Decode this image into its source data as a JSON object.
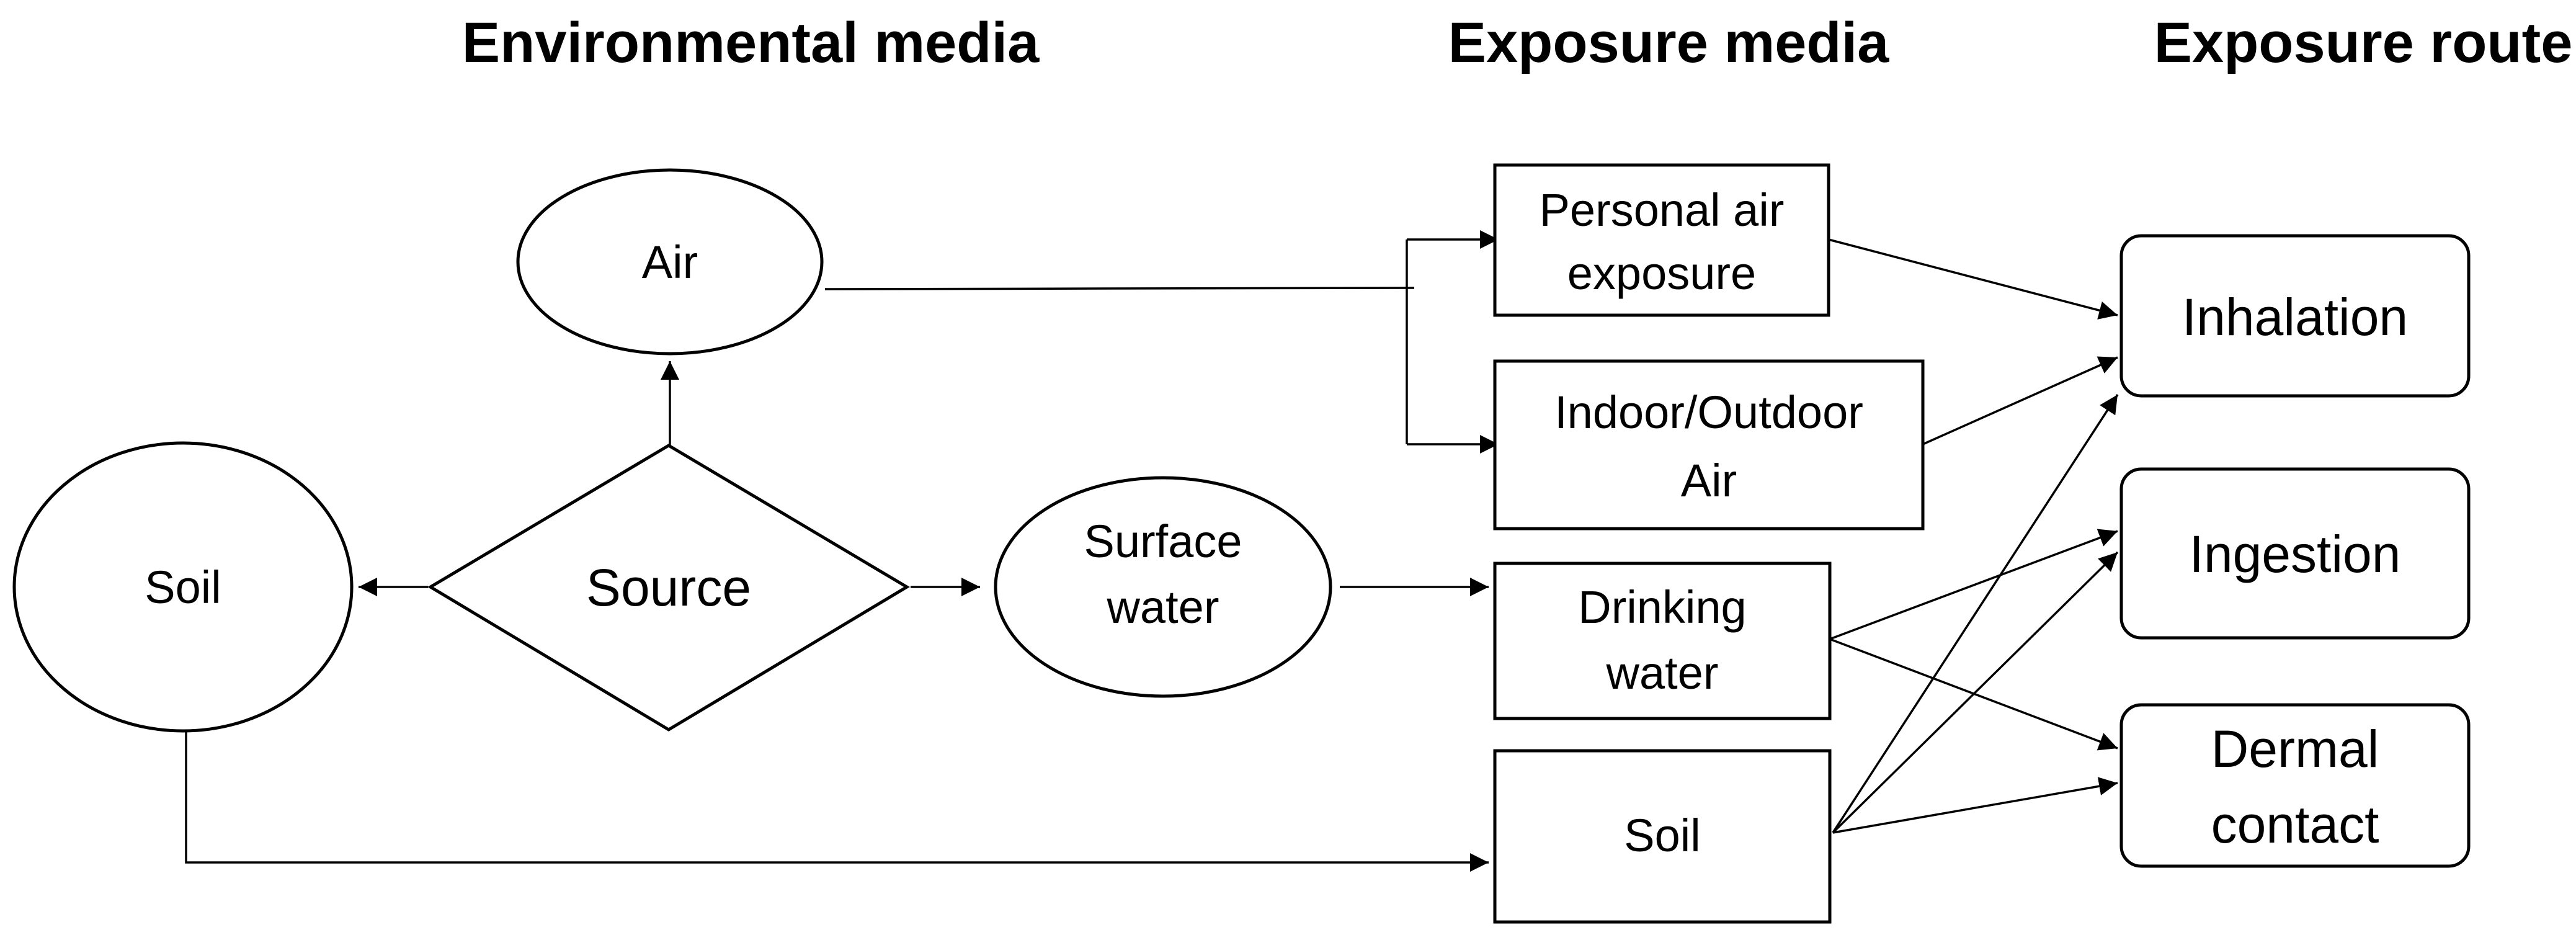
{
  "headers": {
    "environmental_media": "Environmental media",
    "exposure_media": "Exposure media",
    "exposure_route": "Exposure route"
  },
  "nodes": {
    "source": "Source",
    "air": "Air",
    "soil_env": "Soil",
    "surface_water": [
      "Surface",
      "water"
    ],
    "personal_air": [
      "Personal air",
      "exposure"
    ],
    "indoor_outdoor": [
      "Indoor/Outdoor",
      "Air"
    ],
    "drinking_water": [
      "Drinking",
      "water"
    ],
    "soil_exp": "Soil",
    "inhalation": "Inhalation",
    "ingestion": "Ingestion",
    "dermal": [
      "Dermal",
      "contact"
    ]
  },
  "edges": [
    {
      "from": "source",
      "to": "air"
    },
    {
      "from": "source",
      "to": "soil_env"
    },
    {
      "from": "source",
      "to": "surface_water"
    },
    {
      "from": "air",
      "to": "personal_air"
    },
    {
      "from": "air",
      "to": "indoor_outdoor"
    },
    {
      "from": "surface_water",
      "to": "drinking_water"
    },
    {
      "from": "soil_env",
      "to": "soil_exp"
    },
    {
      "from": "personal_air",
      "to": "inhalation"
    },
    {
      "from": "indoor_outdoor",
      "to": "inhalation"
    },
    {
      "from": "drinking_water",
      "to": "ingestion"
    },
    {
      "from": "drinking_water",
      "to": "dermal"
    },
    {
      "from": "soil_exp",
      "to": "inhalation"
    },
    {
      "from": "soil_exp",
      "to": "ingestion"
    },
    {
      "from": "soil_exp",
      "to": "dermal"
    }
  ]
}
